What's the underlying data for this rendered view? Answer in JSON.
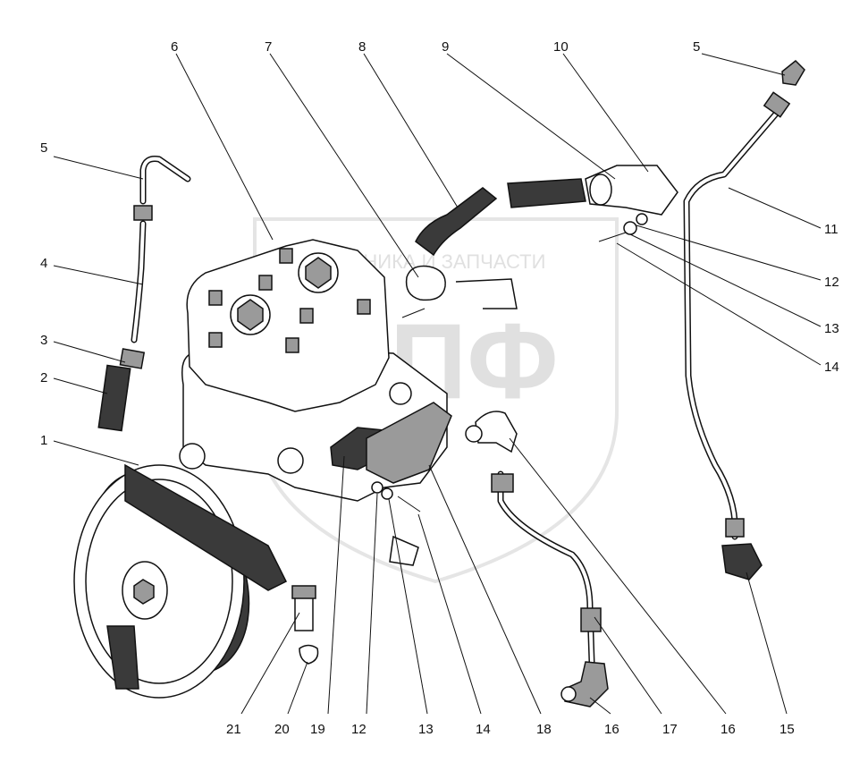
{
  "watermark": {
    "brand_line": "ТЕХНИКА И ЗАПЧАСТИ",
    "logo_letters": "СПФ"
  },
  "callouts": [
    {
      "id": "top-6",
      "text": "6"
    },
    {
      "id": "top-7",
      "text": "7"
    },
    {
      "id": "top-8",
      "text": "8"
    },
    {
      "id": "top-9",
      "text": "9"
    },
    {
      "id": "top-10",
      "text": "10"
    },
    {
      "id": "top-5r",
      "text": "5"
    },
    {
      "id": "right-11",
      "text": "11"
    },
    {
      "id": "right-12",
      "text": "12"
    },
    {
      "id": "right-13",
      "text": "13"
    },
    {
      "id": "right-14",
      "text": "14"
    },
    {
      "id": "left-5",
      "text": "5"
    },
    {
      "id": "left-4",
      "text": "4"
    },
    {
      "id": "left-3",
      "text": "3"
    },
    {
      "id": "left-2",
      "text": "2"
    },
    {
      "id": "left-1",
      "text": "1"
    },
    {
      "id": "bottom-21",
      "text": "21"
    },
    {
      "id": "bottom-20",
      "text": "20"
    },
    {
      "id": "bottom-19",
      "text": "19"
    },
    {
      "id": "bottom-12",
      "text": "12"
    },
    {
      "id": "bottom-13",
      "text": "13"
    },
    {
      "id": "bottom-14",
      "text": "14"
    },
    {
      "id": "bottom-18",
      "text": "18"
    },
    {
      "id": "bottom-16a",
      "text": "16"
    },
    {
      "id": "bottom-17",
      "text": "17"
    },
    {
      "id": "bottom-16b",
      "text": "16"
    },
    {
      "id": "bottom-15",
      "text": "15"
    }
  ]
}
